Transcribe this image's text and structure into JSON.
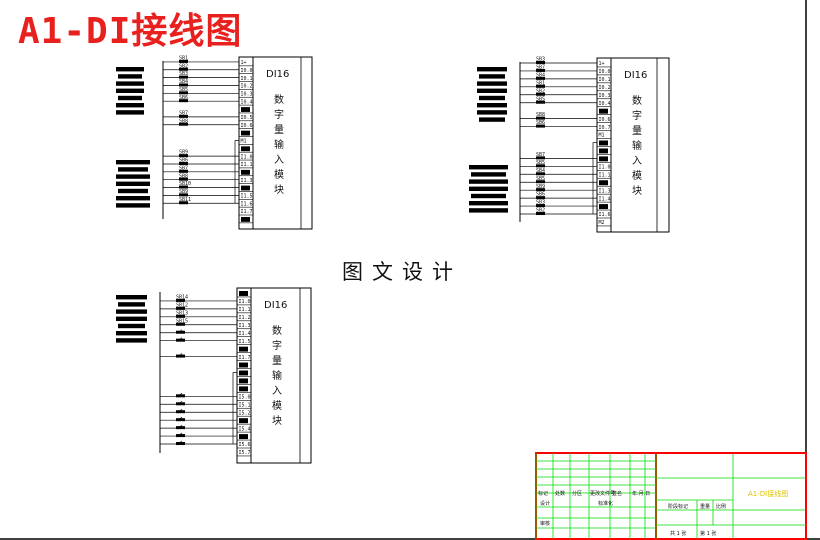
{
  "title": "A1-DI接线图",
  "watermark": "图文设计",
  "modules": [
    {
      "name": "DI16",
      "vertical_text": [
        "数",
        "字",
        "量",
        "输",
        "入",
        "模",
        "块"
      ],
      "terminals": [
        "1+",
        "I0.0",
        "I0.1",
        "I0.2",
        "I0.3",
        "I0.4",
        "",
        "I0.5",
        "I0.6",
        "",
        "M1",
        "",
        "I1.0",
        "I1.1",
        "",
        "I1.3",
        "",
        "I1.5",
        "I1.6",
        "I1.7",
        ""
      ],
      "signals_top": [
        "SB1",
        "SB2",
        "SB3",
        "SB4",
        "SB5",
        "SB6",
        "SB7",
        "SB8"
      ],
      "signals_bottom": [
        "SB9",
        "SB6",
        "SB7",
        "SB8",
        "SB10",
        "SB9",
        "SB11"
      ]
    },
    {
      "name": "DI16",
      "vertical_text": [
        "数",
        "字",
        "量",
        "输",
        "入",
        "模",
        "块"
      ],
      "terminals": [
        "1+",
        "I0.0",
        "I0.1",
        "I0.2",
        "I0.3",
        "I0.4",
        "",
        "I0.6",
        "I0.7",
        "M1",
        "",
        "",
        "",
        "I1.0",
        "I1.1",
        "",
        "I1.3",
        "I1.4",
        "",
        "I1.6",
        "M2"
      ],
      "signals_top": [
        "SB3",
        "SB7",
        "SB4",
        "SB1",
        "SB2",
        "SB5",
        "SB8",
        "SB6"
      ],
      "signals_bottom": [
        "SB7",
        "SB5",
        "SB4",
        "SB5",
        "SB9",
        "SB6",
        "SB3",
        "SB2"
      ]
    },
    {
      "name": "DI16",
      "vertical_text": [
        "数",
        "字",
        "量",
        "输",
        "入",
        "模",
        "块"
      ],
      "terminals": [
        "",
        "I1.0",
        "I1.1",
        "I1.2",
        "I1.3",
        "I1.4",
        "I1.5",
        "",
        "I1.7",
        "",
        "",
        "",
        "",
        "I5.0",
        "I5.1",
        "I5.2",
        "",
        "I5.4",
        "",
        "I5.6",
        "I5.7"
      ],
      "signals_top": [
        "SB14",
        "SB12",
        "SB13",
        "SB15"
      ]
    }
  ],
  "title_block": {
    "row_labels": [
      "标记",
      "处数",
      "分区",
      "更改文件号",
      "签名",
      "年.月.日"
    ],
    "design": "设计",
    "standard": "标准化",
    "review": "审核",
    "stage_mark": "阶段标记",
    "weight": "重量",
    "scale": "比例",
    "sheets_total": "共 1 张",
    "sheet_no": "第 1 张",
    "drawing_name": "A1-DI接线图"
  },
  "colors": {
    "title": "#e8211f",
    "frame": "#000000",
    "title_block_grid": "#00dd00",
    "title_block_outer": "#ff0000",
    "drawing_name": "#e0c400"
  }
}
